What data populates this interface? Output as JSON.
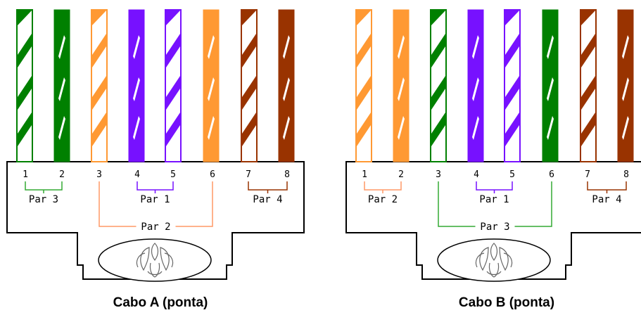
{
  "colors": {
    "green": "#008000",
    "orange": "#ff9933",
    "blue": "#7711ff",
    "brown": "#993300",
    "white": "#ffffff",
    "outline": "#000000",
    "bracket_orange": "#ff9966",
    "bracket_blue": "#7711ff",
    "bracket_green": "#33aa33",
    "bracket_brown": "#993300"
  },
  "connectors": [
    {
      "id": "cabo-a",
      "caption": "Cabo A (ponta)",
      "wires": [
        {
          "pin": "1",
          "color": "green",
          "striped": true
        },
        {
          "pin": "2",
          "color": "green",
          "striped": false
        },
        {
          "pin": "3",
          "color": "orange",
          "striped": true
        },
        {
          "pin": "4",
          "color": "blue",
          "striped": false
        },
        {
          "pin": "5",
          "color": "blue",
          "striped": true
        },
        {
          "pin": "6",
          "color": "orange",
          "striped": false
        },
        {
          "pin": "7",
          "color": "brown",
          "striped": true
        },
        {
          "pin": "8",
          "color": "brown",
          "striped": false
        }
      ],
      "pairs": [
        {
          "label": "Par 3",
          "pins": [
            1,
            2
          ],
          "color": "bracket_green",
          "kind": "short"
        },
        {
          "label": "Par 1",
          "pins": [
            4,
            5
          ],
          "color": "bracket_blue",
          "kind": "short"
        },
        {
          "label": "Par 4",
          "pins": [
            7,
            8
          ],
          "color": "bracket_brown",
          "kind": "short"
        },
        {
          "label": "Par 2",
          "pins": [
            3,
            6
          ],
          "color": "bracket_orange",
          "kind": "long"
        }
      ]
    },
    {
      "id": "cabo-b",
      "caption": "Cabo B (ponta)",
      "wires": [
        {
          "pin": "1",
          "color": "orange",
          "striped": true
        },
        {
          "pin": "2",
          "color": "orange",
          "striped": false
        },
        {
          "pin": "3",
          "color": "green",
          "striped": true
        },
        {
          "pin": "4",
          "color": "blue",
          "striped": false
        },
        {
          "pin": "5",
          "color": "blue",
          "striped": true
        },
        {
          "pin": "6",
          "color": "green",
          "striped": false
        },
        {
          "pin": "7",
          "color": "brown",
          "striped": true
        },
        {
          "pin": "8",
          "color": "brown",
          "striped": false
        }
      ],
      "pairs": [
        {
          "label": "Par 2",
          "pins": [
            1,
            2
          ],
          "color": "bracket_orange",
          "kind": "short"
        },
        {
          "label": "Par 1",
          "pins": [
            4,
            5
          ],
          "color": "bracket_blue",
          "kind": "short"
        },
        {
          "label": "Par 4",
          "pins": [
            7,
            8
          ],
          "color": "bracket_brown",
          "kind": "short"
        },
        {
          "label": "Par 3",
          "pins": [
            3,
            6
          ],
          "color": "bracket_green",
          "kind": "long"
        }
      ]
    }
  ]
}
